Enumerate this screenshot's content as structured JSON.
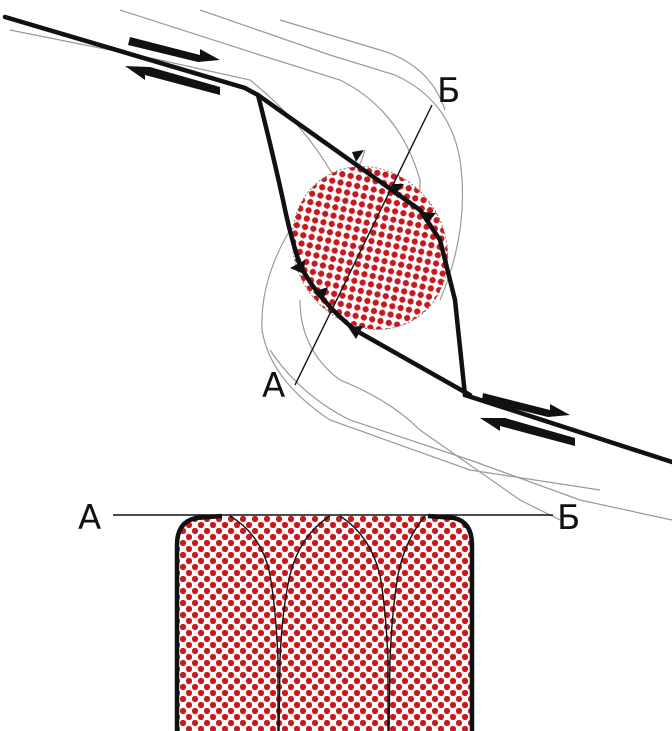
{
  "labels": {
    "plan_a": "А",
    "plan_b": "Б",
    "section_a": "А",
    "section_b": "Б"
  },
  "colors": {
    "fault": "#111111",
    "contour": "#9a9a9a",
    "dots": "#c8191e",
    "background": "#ffffff"
  },
  "pattern": "red-dot-stipple"
}
